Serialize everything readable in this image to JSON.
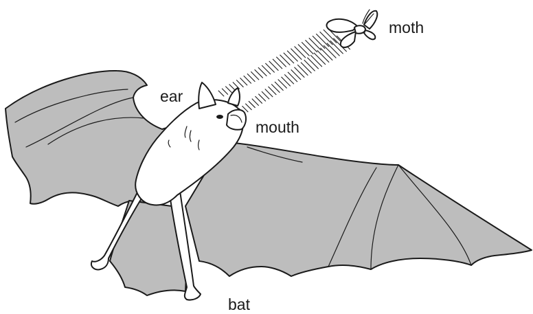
{
  "labels": {
    "moth": "moth",
    "ear": "ear",
    "mouth": "mouth",
    "bat": "bat"
  },
  "colors": {
    "wing": "#bdbdbd",
    "body": "#ffffff",
    "outline": "#1a1a1a"
  }
}
